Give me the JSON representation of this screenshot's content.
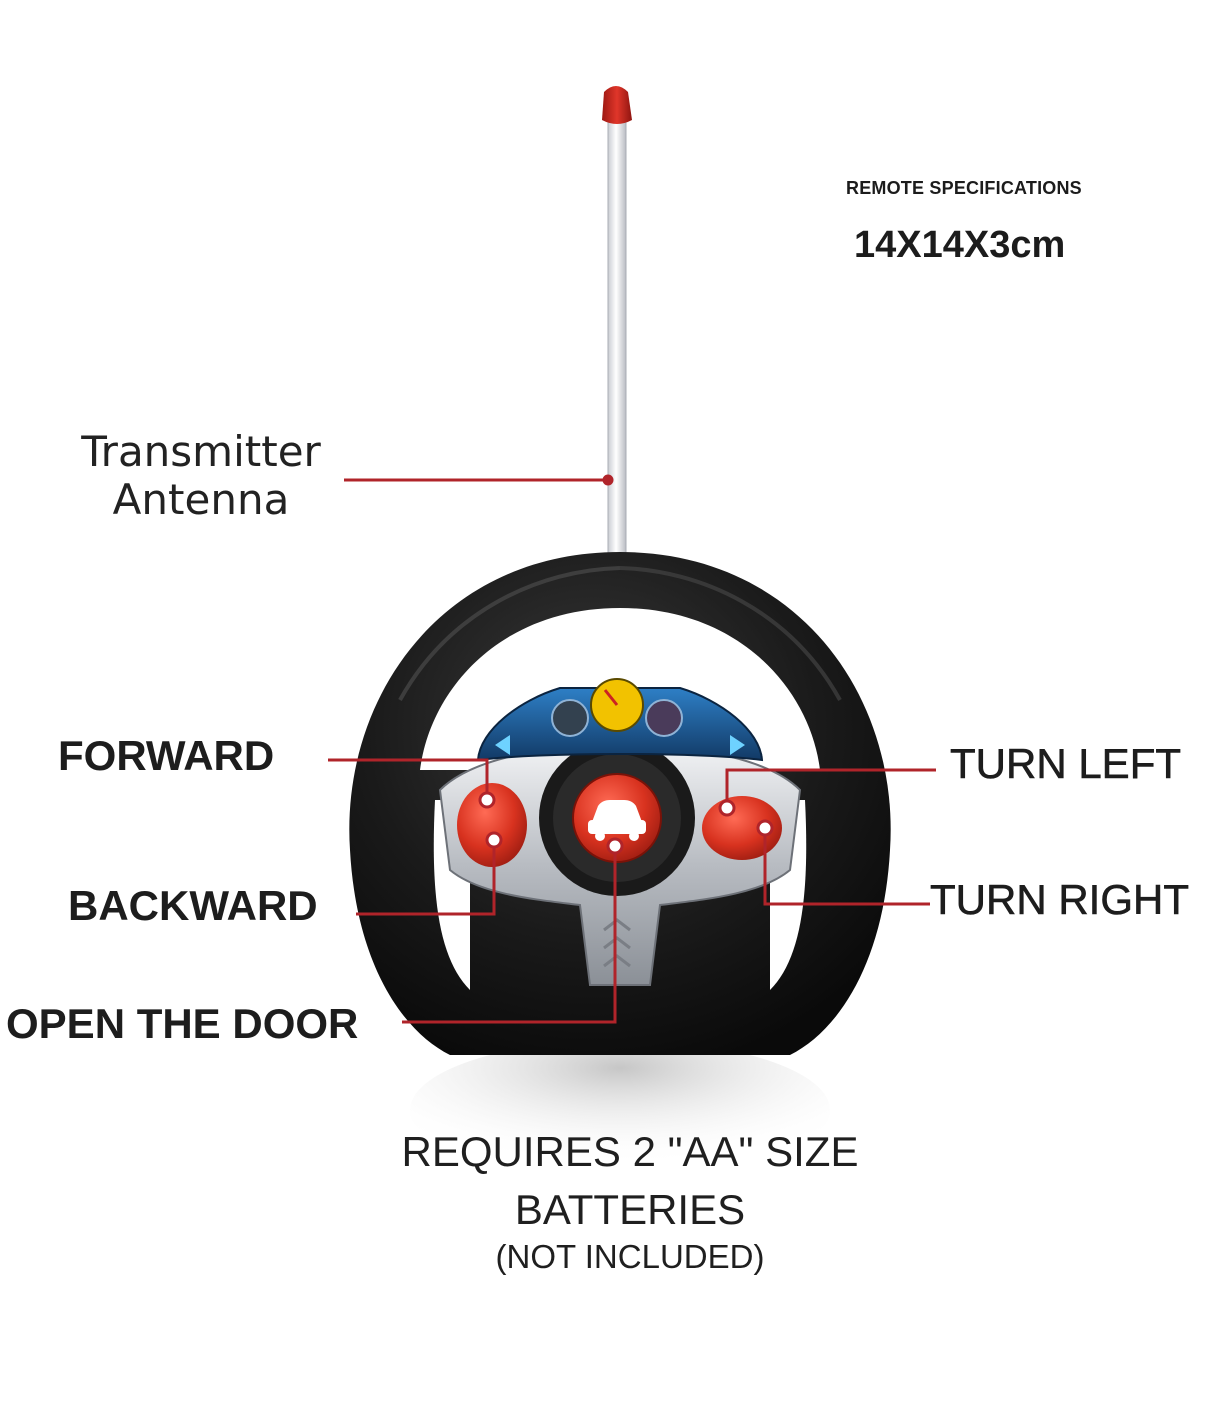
{
  "specs": {
    "label": "REMOTE SPECIFICATIONS",
    "value": "14X14X3cm"
  },
  "callouts": {
    "antenna_line1": "Transmitter",
    "antenna_line2": "Antenna",
    "forward": "FORWARD",
    "backward": "BACKWARD",
    "open_door": "OPEN THE DOOR",
    "turn_left": "TURN LEFT",
    "turn_right": "TURN RIGHT"
  },
  "battery_note": {
    "line1": "REQUIRES 2 \"AA\" SIZE",
    "line2": "BATTERIES",
    "line3": "(NOT INCLUDED)"
  },
  "colors": {
    "leader_line": "#b0242a",
    "wheel": "#141414",
    "button_red": "#d6301f",
    "panel_blue": "#1f5f9f",
    "antenna_tip": "#c7261e"
  },
  "icons": {
    "center_button": "car-icon",
    "arrows": "arrow-left-right-icon"
  }
}
